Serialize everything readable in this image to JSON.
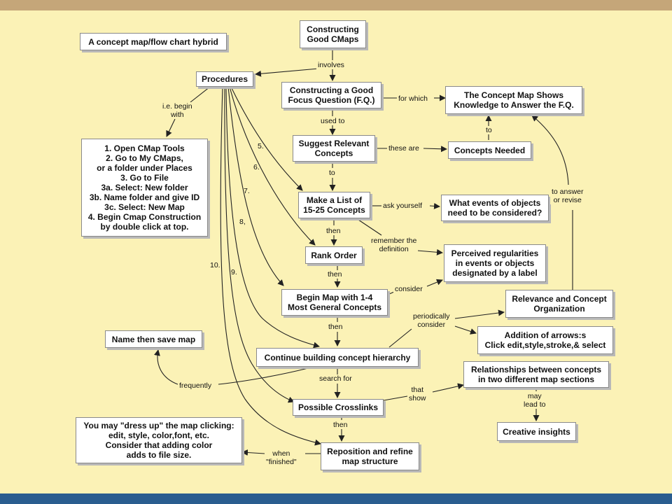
{
  "nodes": {
    "title": "A concept map/flow chart hybrid",
    "constructing": "Constructing\nGood CMaps",
    "procedures": "Procedures",
    "focus_question": "Constructing a Good\nFocus Question (F.Q.)",
    "concept_map_shows": "The Concept Map Shows\nKnowledge to Answer the F.Q.",
    "steps": "1. Open CMap Tools\n2. Go to My CMaps,\nor a folder under Places\n3. Go to File\n3a. Select: New folder\n3b. Name folder and give ID\n3c. Select: New Map\n4. Begin Cmap Construction\nby double click at top.",
    "suggest": "Suggest Relevant\nConcepts",
    "concepts_needed": "Concepts Needed",
    "make_list": "Make a List of\n15-25 Concepts",
    "what_events": "What events of objects\nneed to be considered?",
    "rank_order": "Rank Order",
    "perceived": "Perceived regularities\nin events or objects\ndesignated by a label",
    "begin_map": "Begin Map with 1-4\nMost General Concepts",
    "relevance": "Relevance and Concept\nOrganization",
    "addition_arrows": "Addition of arrows:s\nClick edit,style,stroke,& select",
    "name_save": "Name then save map",
    "continue": "Continue building concept hierarchy",
    "relationships": "Relationships between concepts\nin two different map sections",
    "crosslinks": "Possible Crosslinks",
    "creative": "Creative insights",
    "dress_up": "You may \"dress up\" the map clicking:\nedit, style, color,font, etc.\nConsider that adding color\nadds to file size.",
    "reposition": "Reposition and refine\nmap structure"
  },
  "labels": {
    "involves": "involves",
    "ie_begin_with": "i.e. begin\nwith",
    "for_which": "for which",
    "used_to": "used to",
    "these_are": "these are",
    "to_1": "to",
    "to_2": "to",
    "to_answer": "to answer\nor revise",
    "ask_yourself": "ask yourself",
    "then_1": "then",
    "remember": "remember the\ndefinition",
    "then_2": "then",
    "consider": "consider",
    "then_3": "then",
    "periodically": "periodically\nconsider",
    "frequently": "frequently",
    "search_for": "search for",
    "that_show": "that\nshow",
    "may_lead": "may\nlead to",
    "then_4": "then",
    "when_finished": "when\n\"finished\"",
    "n5": "5.",
    "n6": "6.",
    "n7": "7.",
    "n8": "8,",
    "n9": "9.",
    "n10": "10."
  },
  "colors": {
    "background": "#fbf2b6",
    "top_bar": "#c5a679",
    "bottom_bar": "#2a5d8f",
    "node_fill": "#ffffff",
    "line": "#222222"
  }
}
